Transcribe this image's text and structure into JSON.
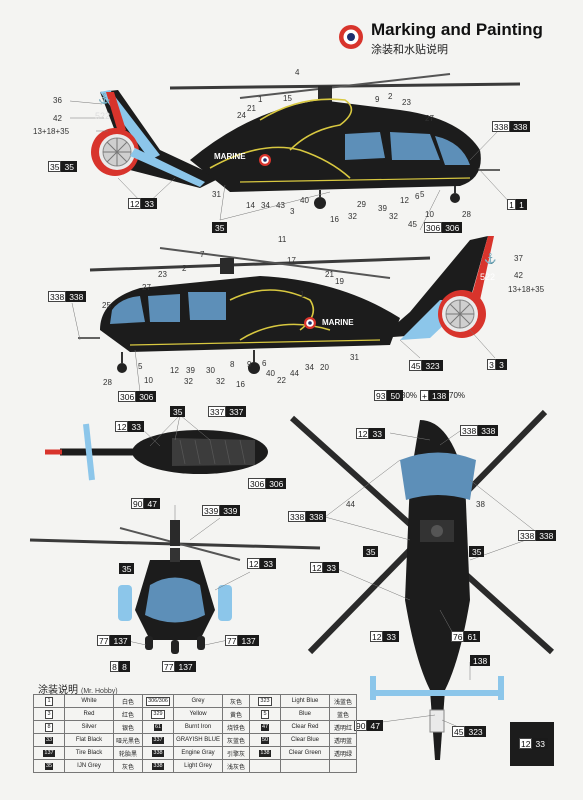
{
  "header": {
    "title": "Marking and Painting",
    "subtitle": "涂装和水贴说明"
  },
  "colors": {
    "hull": "#1c1c1c",
    "canopy": "#5d8fb8",
    "accent_red": "#d8342c",
    "accent_blue": "#8cc6ea",
    "yellow_trim": "#d8c840",
    "rotor": "#3a3a3a"
  },
  "aircraft_markings": {
    "tail_number": "522",
    "side_text": "MARINE",
    "anchor_symbol": "⚓"
  },
  "side_view_top": {
    "refs": [
      {
        "w": "12",
        "b": "33"
      },
      {
        "w": "35",
        "b": "35"
      },
      {
        "w": "338",
        "b": "338"
      },
      {
        "w": "306",
        "b": "306"
      },
      {
        "w": "1",
        "b": "1"
      }
    ],
    "nums": [
      "36",
      "42",
      "13+18+35",
      "4",
      "1",
      "15",
      "21",
      "24",
      "9",
      "2",
      "23",
      "27",
      "31",
      "14",
      "34",
      "43",
      "3",
      "40",
      "16",
      "32",
      "29",
      "39",
      "32",
      "12",
      "6",
      "45",
      "10",
      "5",
      "28",
      "35"
    ]
  },
  "side_view_bottom": {
    "refs": [
      {
        "w": "338",
        "b": "338"
      },
      {
        "w": "45",
        "b": "323"
      },
      {
        "w": "3",
        "b": "3"
      },
      {
        "w": "306",
        "b": "306"
      }
    ],
    "nums": [
      "11",
      "7",
      "17",
      "2",
      "23",
      "27",
      "21",
      "19",
      "37",
      "42",
      "13+18+35",
      "25",
      "28",
      "10",
      "5",
      "12",
      "32",
      "39",
      "30",
      "8",
      "32",
      "16",
      "40",
      "22",
      "44",
      "34",
      "20",
      "31",
      "6",
      "1",
      "9"
    ]
  },
  "bottom_view": {
    "refs": [
      {
        "w": "12",
        "b": "33"
      },
      {
        "w": "35",
        "b": ""
      },
      {
        "w": "337",
        "b": "337"
      },
      {
        "w": "306",
        "b": "306"
      }
    ]
  },
  "front_view": {
    "refs": [
      {
        "w": "90",
        "b": "47"
      },
      {
        "w": "339",
        "b": "339"
      },
      {
        "w": "35",
        "b": ""
      },
      {
        "w": "12",
        "b": "33"
      },
      {
        "w": "77",
        "b": "137"
      },
      {
        "w": "77",
        "b": "137"
      },
      {
        "w": "8",
        "b": "8"
      },
      {
        "w": "77",
        "b": "137"
      }
    ]
  },
  "top_view": {
    "mix_ratio": {
      "ref1": {
        "w": "93",
        "b": "50"
      },
      "pct1": "30%",
      "ref2": {
        "w": "+",
        "b": "138"
      },
      "pct2": "70%"
    },
    "refs": [
      {
        "w": "12",
        "b": "33"
      },
      {
        "w": "338",
        "b": "338"
      },
      {
        "w": "338",
        "b": "338"
      },
      {
        "w": "338",
        "b": "338"
      },
      {
        "w": "35",
        "b": ""
      },
      {
        "w": "35",
        "b": ""
      },
      {
        "w": "12",
        "b": "33"
      },
      {
        "w": "12",
        "b": "33"
      },
      {
        "w": "76",
        "b": "61"
      },
      {
        "w": "138",
        "b": ""
      },
      {
        "w": "90",
        "b": "47"
      },
      {
        "w": "45",
        "b": "323"
      }
    ],
    "nums": [
      "44",
      "38"
    ]
  },
  "corner_ref": {
    "w": "12",
    "b": "33"
  },
  "paint_table": {
    "title": "涂装说明",
    "title_note": "(Mr. Hobby)",
    "rows": [
      [
        {
          "code": "1",
          "en": "White",
          "cn": "白色"
        },
        {
          "code": "306/306",
          "en": "Grey",
          "cn": "灰色"
        },
        {
          "code": "323",
          "en": "Light Blue",
          "cn": "浅蓝色"
        }
      ],
      [
        {
          "code": "3",
          "en": "Red",
          "cn": "红色"
        },
        {
          "code": "329",
          "en": "Yellow",
          "cn": "黄色"
        },
        {
          "code": "5",
          "en": "Blue",
          "cn": "蓝色"
        }
      ],
      [
        {
          "code": "8",
          "en": "Silver",
          "cn": "银色"
        },
        {
          "code": "61",
          "en": "Burnt Iron",
          "cn": "烧铁色"
        },
        {
          "code": "47",
          "en": "Clear Red",
          "cn": "透明红"
        }
      ],
      [
        {
          "code": "33",
          "en": "Flat Black",
          "cn": "哑光黑色"
        },
        {
          "code": "337",
          "en": "GRAYISH BLUE",
          "cn": "灰蓝色"
        },
        {
          "code": "50",
          "en": "Clear Blue",
          "cn": "透明蓝"
        }
      ],
      [
        {
          "code": "137",
          "en": "Tire Black",
          "cn": "轮胎黑"
        },
        {
          "code": "338",
          "en": "Engine Gray",
          "cn": "引擎灰"
        },
        {
          "code": "138",
          "en": "Clear Green",
          "cn": "透明绿"
        }
      ],
      [
        {
          "code": "35",
          "en": "IJN Grey",
          "cn": "灰色"
        },
        {
          "code": "338",
          "en": "Light Grey",
          "cn": "浅灰色"
        },
        {
          "code": "",
          "en": "",
          "cn": ""
        }
      ]
    ]
  }
}
